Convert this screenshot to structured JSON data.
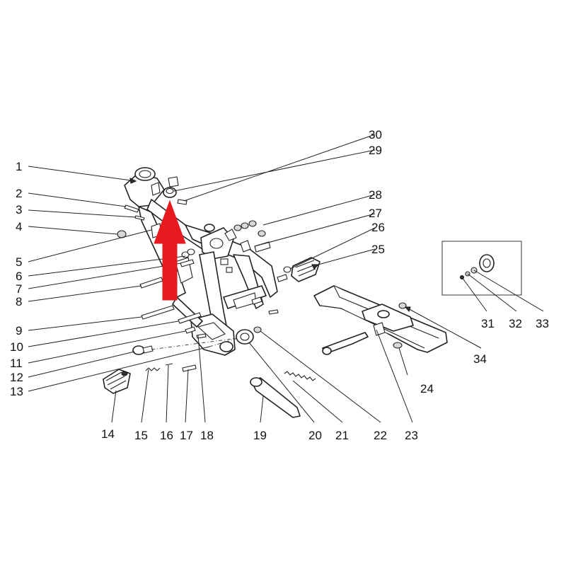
{
  "diagram": {
    "colors": {
      "line": "#222222",
      "arrow": "#e8191f",
      "background": "#ffffff"
    },
    "highlight_arrow": {
      "icon": "red-up-arrow-icon",
      "points_to_part": "29"
    },
    "callouts": {
      "c1": "1",
      "c2": "2",
      "c3": "3",
      "c4": "4",
      "c5": "5",
      "c6": "6",
      "c7": "7",
      "c8": "8",
      "c9": "9",
      "c10": "10",
      "c11": "11",
      "c12": "12",
      "c13": "13",
      "c14": "14",
      "c15": "15",
      "c16": "16",
      "c17": "17",
      "c18": "18",
      "c19": "19",
      "c20": "20",
      "c21": "21",
      "c22": "22",
      "c23": "23",
      "c24": "24",
      "c25": "25",
      "c26": "26",
      "c27": "27",
      "c28": "28",
      "c29": "29",
      "c30": "30",
      "c31": "31",
      "c32": "32",
      "c33": "33",
      "c34": "34"
    }
  }
}
